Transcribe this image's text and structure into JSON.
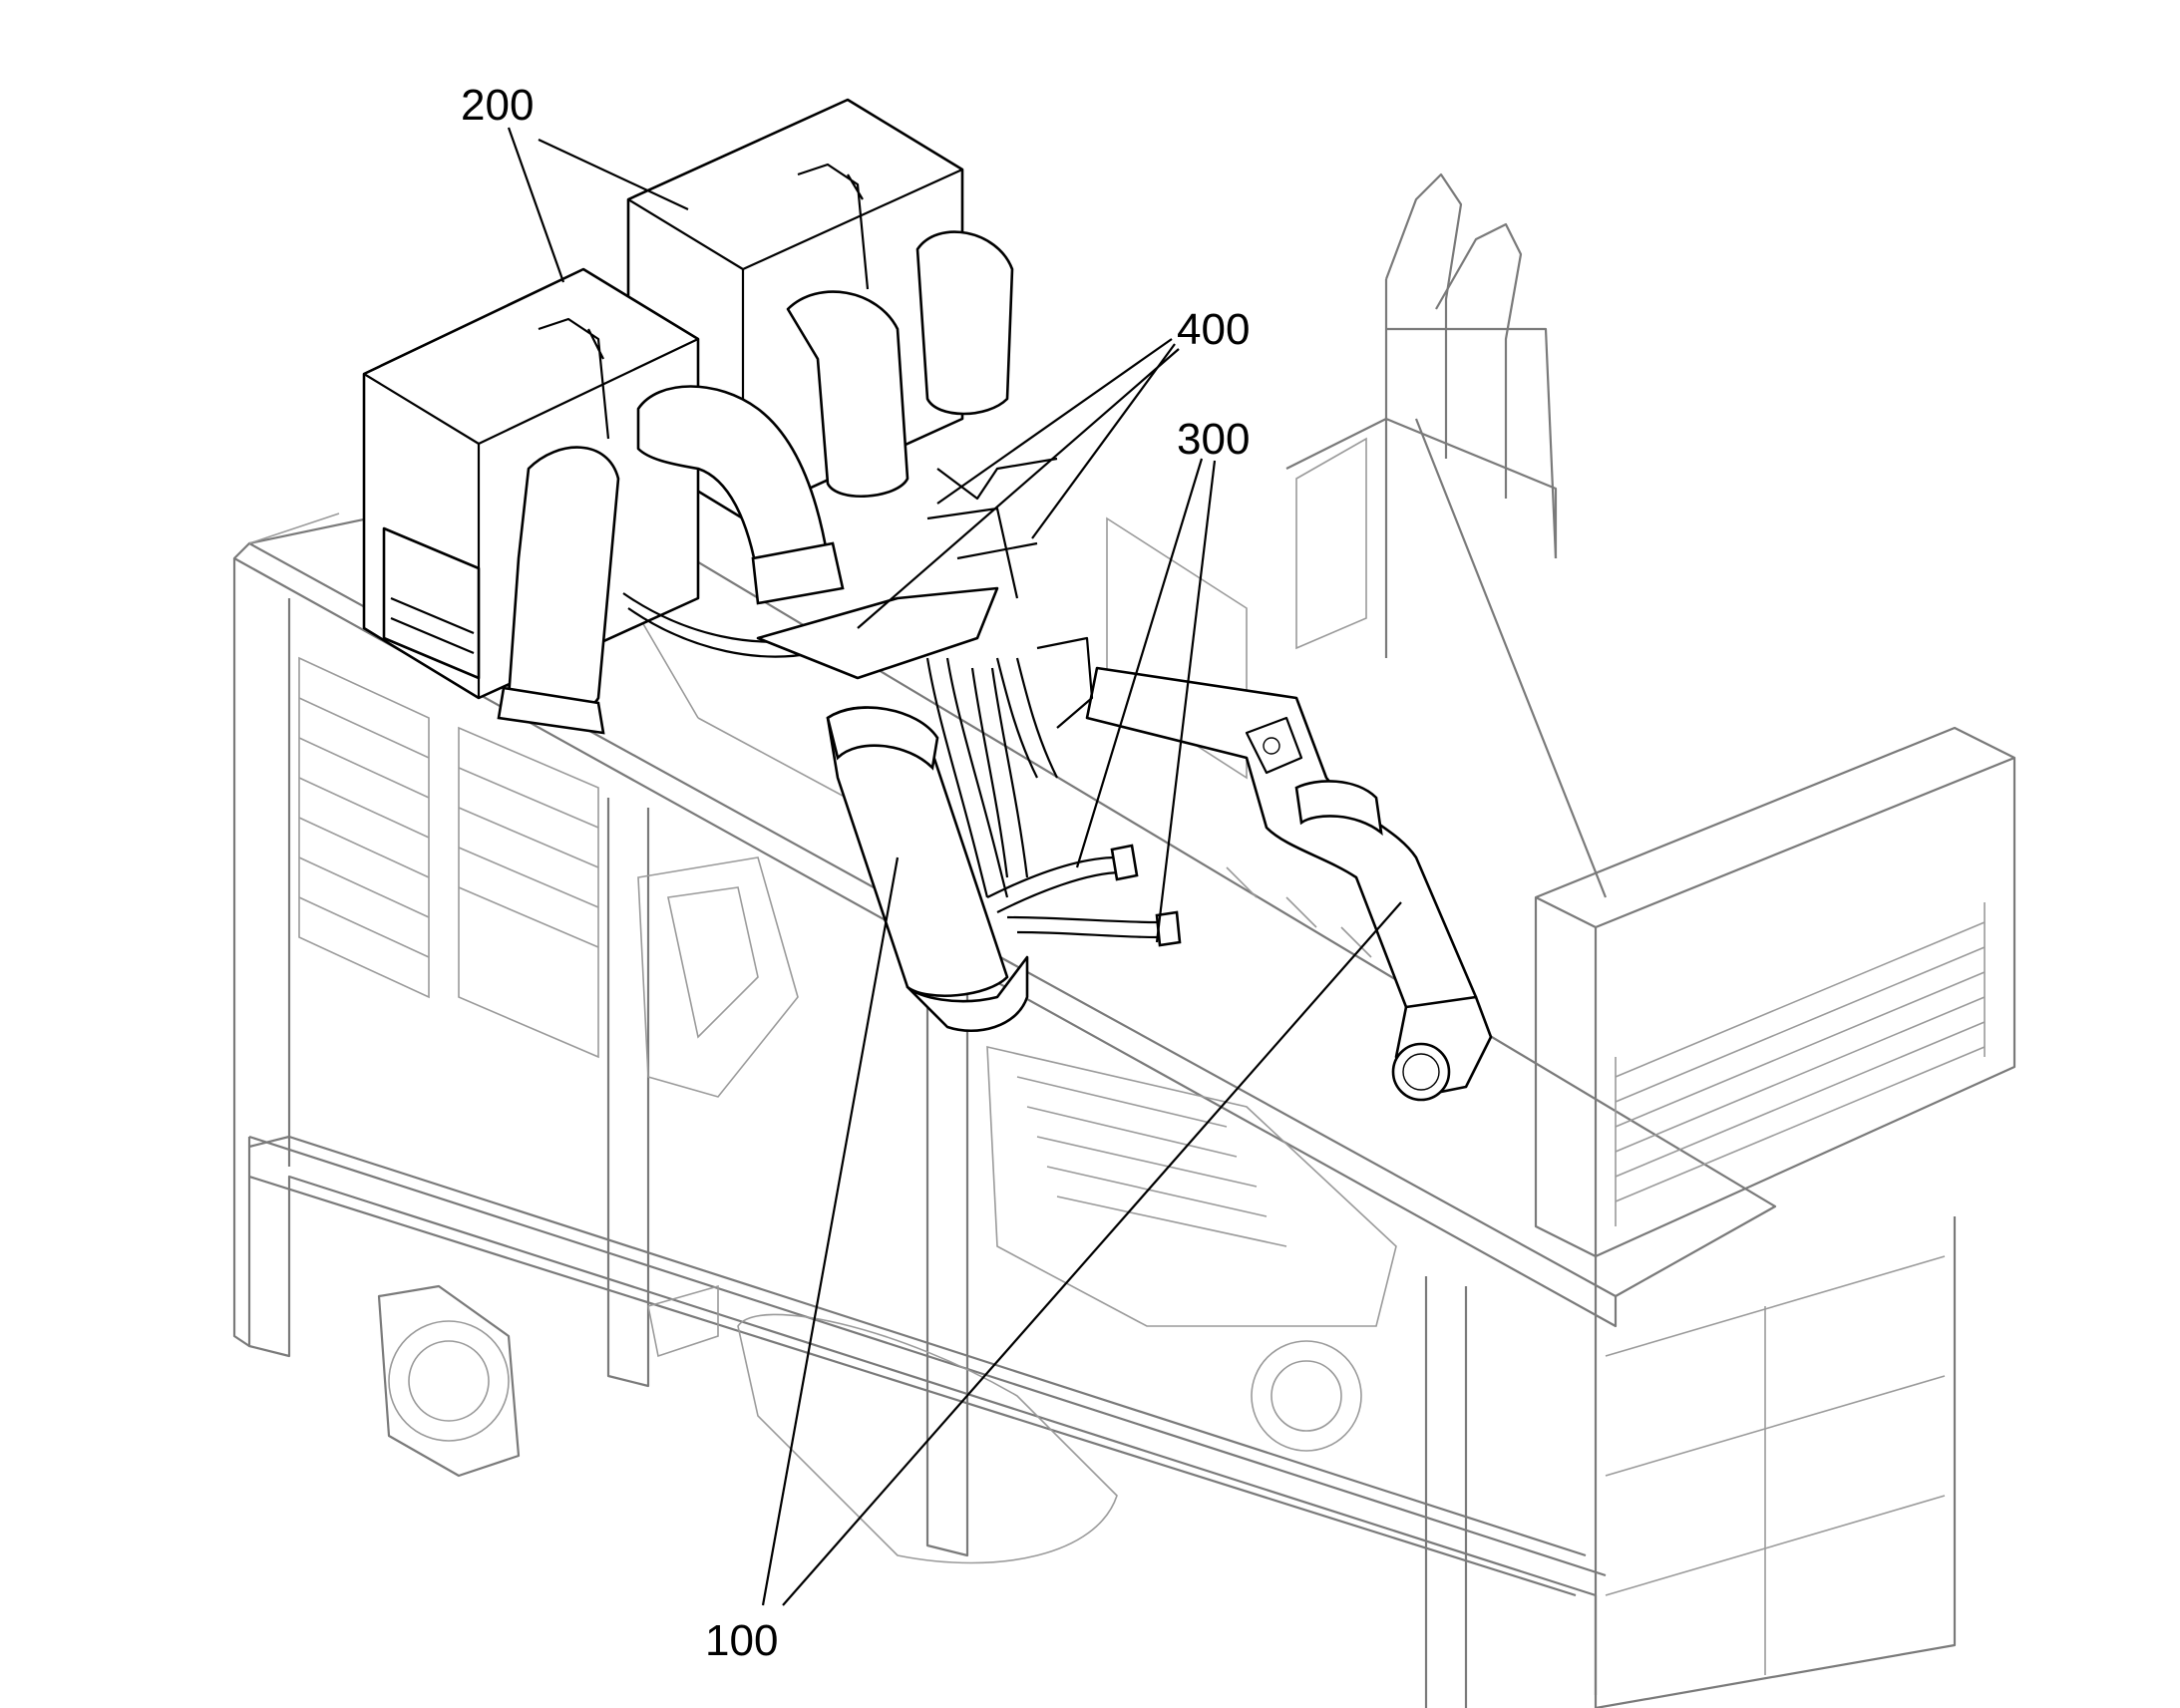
{
  "figure": {
    "callouts": [
      {
        "id": "200",
        "label": "200"
      },
      {
        "id": "400",
        "label": "400"
      },
      {
        "id": "300",
        "label": "300"
      },
      {
        "id": "100",
        "label": "100"
      }
    ]
  }
}
